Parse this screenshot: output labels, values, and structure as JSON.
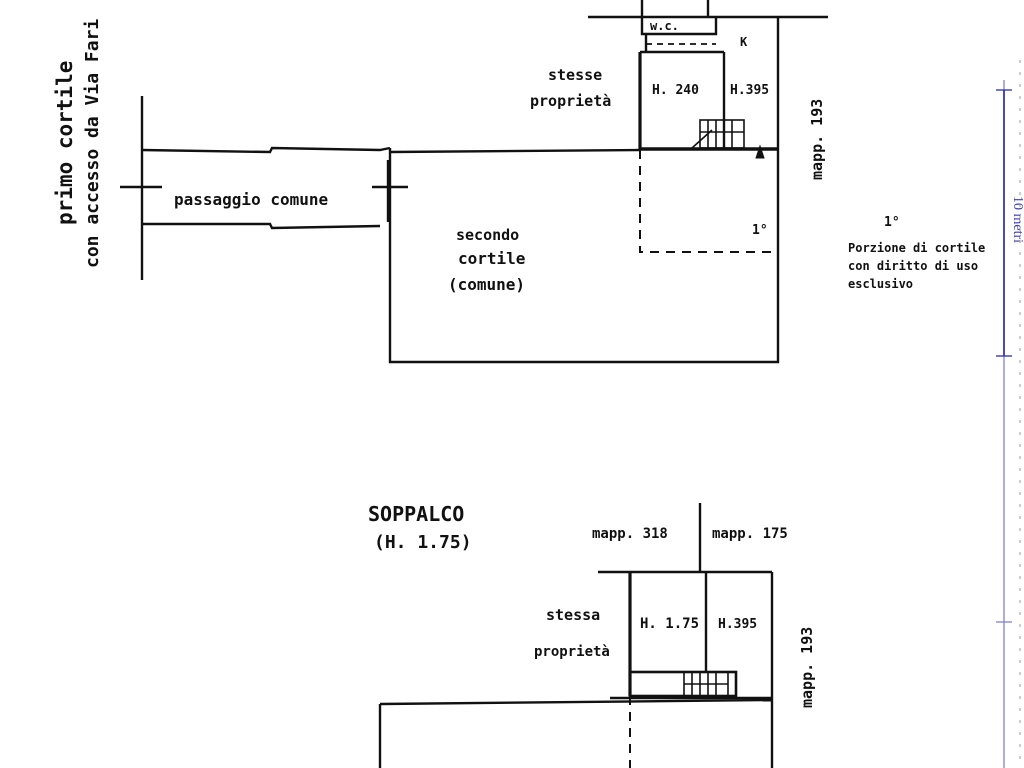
{
  "left_note": {
    "line1": "primo cortile",
    "line2": "con accesso da Via Fari"
  },
  "top_plan": {
    "passage_label": "passaggio comune",
    "second_court_line1": "secondo",
    "second_court_line2": "cortile",
    "second_court_line3": "(comune)",
    "owner_line1": "stesse",
    "owner_line2": "proprietà",
    "wc_label": "w.c.",
    "k_label": "K",
    "height_left": "H. 240",
    "height_right": "H.395",
    "mapp_right": "mapp. 193",
    "area_mark": "1°"
  },
  "legend_note": {
    "mark": "1°",
    "line1": "Porzione di cortile",
    "line2": "con diritto di uso",
    "line3": "esclusivo"
  },
  "scale_bar": {
    "label": "10 metri",
    "color": "#3b3bb0"
  },
  "bottom_plan": {
    "title": "SOPPALCO",
    "subtitle": "(H. 1.75)",
    "mapp_left": "mapp. 318",
    "mapp_mid": "mapp. 175",
    "owner_line1": "stessa",
    "owner_line2": "proprietà",
    "height_left": "H. 1.75",
    "height_right": "H.395",
    "mapp_right": "mapp. 193"
  }
}
